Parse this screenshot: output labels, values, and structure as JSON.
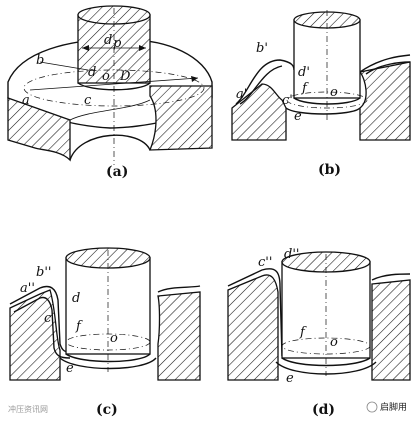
{
  "panels": {
    "a": {
      "caption": "(a)",
      "labels": {
        "dp": "d",
        "dp_sub": "p",
        "b": "b",
        "d": "d",
        "o": "o",
        "D": "D",
        "a": "a",
        "c": "c"
      }
    },
    "b": {
      "caption": "(b)",
      "labels": {
        "b1": "b'",
        "d1": "d'",
        "f": "f",
        "a1": "a'",
        "c1": "c'",
        "o": "o",
        "e": "e"
      }
    },
    "c": {
      "caption": "(c)",
      "labels": {
        "b2": "b''",
        "a2": "a''",
        "d": "d",
        "c": "c",
        "f": "f",
        "o": "o",
        "e": "e"
      }
    },
    "d": {
      "caption": "(d)",
      "labels": {
        "c2": "c''",
        "d2": "d''",
        "f": "f",
        "o": "o",
        "e": "e"
      }
    }
  },
  "watermark": {
    "left": "冲压资讯网",
    "right": "启脚用"
  }
}
